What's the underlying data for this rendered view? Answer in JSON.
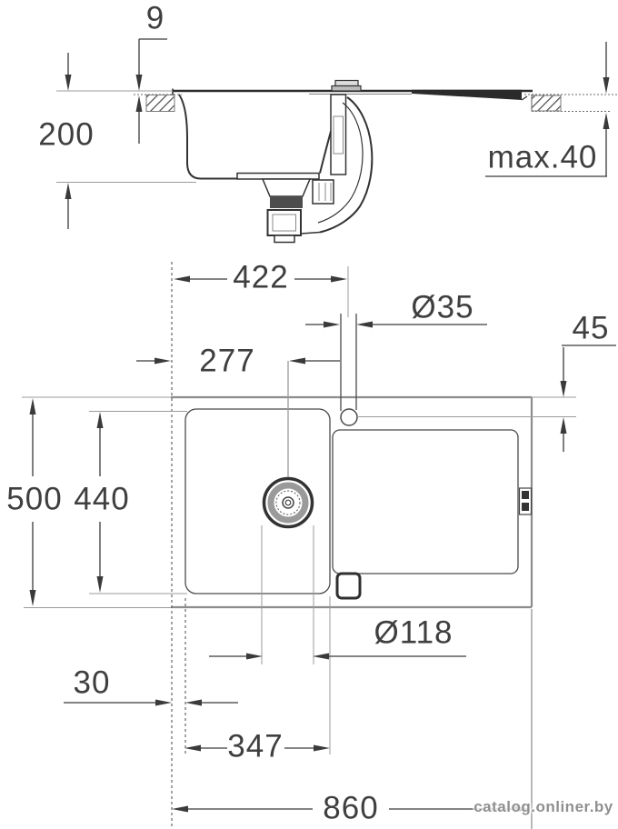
{
  "drawing": {
    "type": "kitchen sink installation dimension drawing",
    "ink_color": "#3a3a3a",
    "watermark_color": "#8f8f8f",
    "watermark": "catalog.onliner.by",
    "section": {
      "rim_height": "9",
      "bowl_depth": "200",
      "max_counter_thickness": "max.40"
    },
    "plan": {
      "left_to_tap_center": "422",
      "tap_hole_diameter": "Ø35",
      "tap_center_offset": "45",
      "left_to_drain_center": "277",
      "overall_depth": "500",
      "bowl_outer_depth": "440",
      "edge_to_bowl": "30",
      "bowl_outer_width": "347",
      "drain_diameter": "Ø118",
      "overall_length": "860"
    }
  }
}
